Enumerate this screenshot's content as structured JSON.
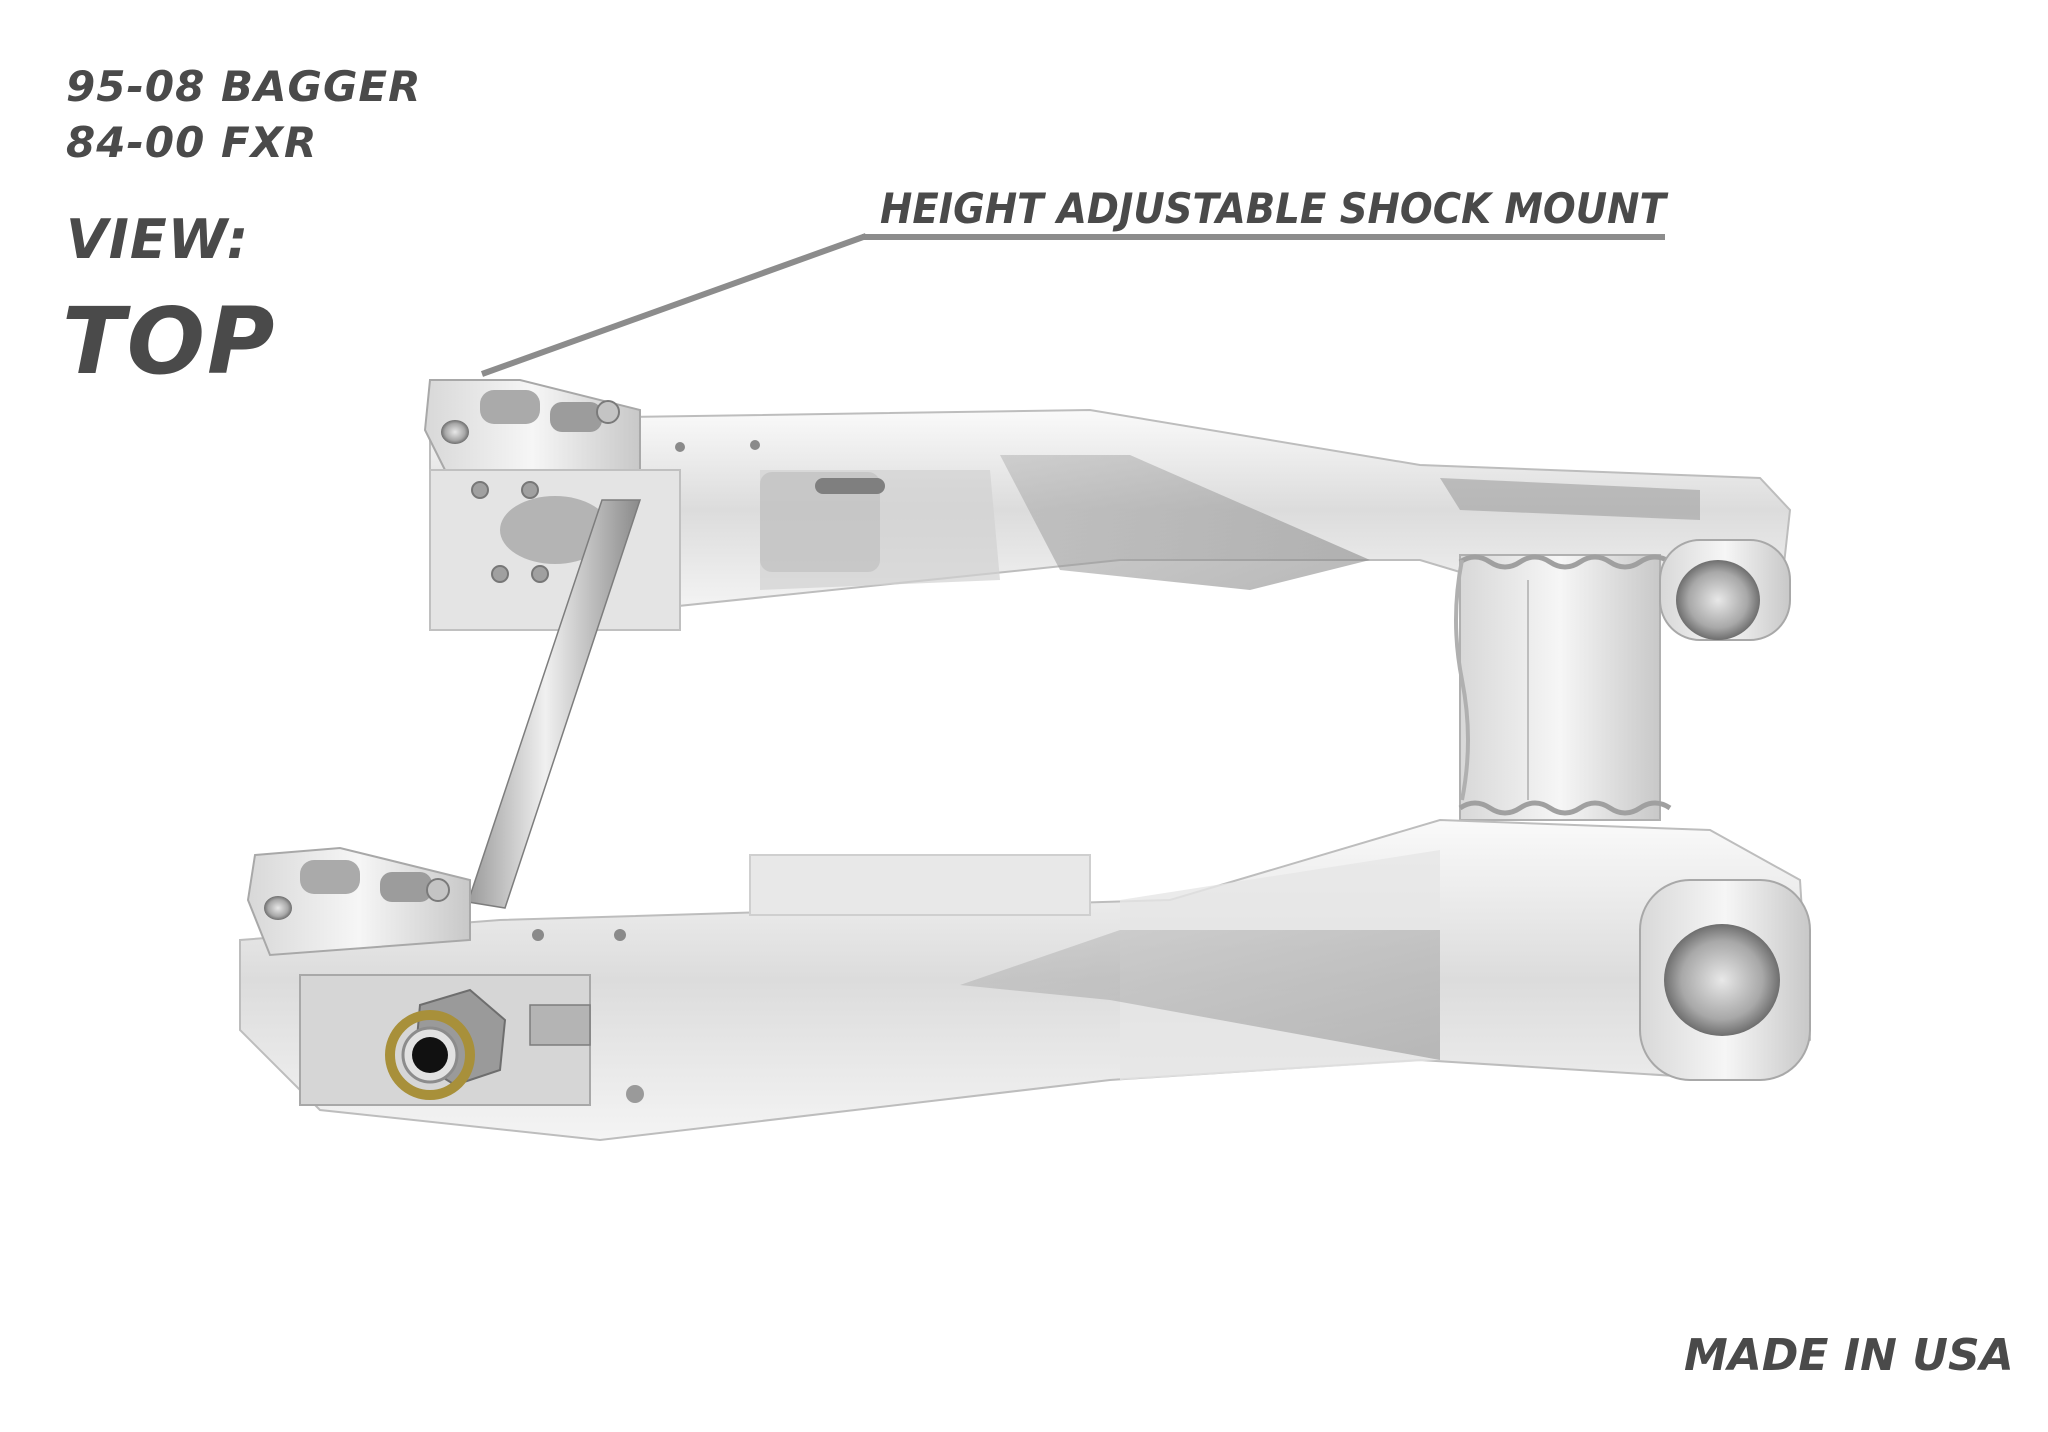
{
  "fitment": {
    "line_1": "95-08 BAGGER",
    "line_2": "84-00 FXR"
  },
  "view": {
    "label": "VIEW:",
    "value": "TOP"
  },
  "callout": {
    "text": "HEIGHT ADJUSTABLE SHOCK MOUNT",
    "line_color": "#8c8c8c"
  },
  "footer": {
    "origin": "MADE IN USA"
  },
  "product_image": {
    "subject": "billet aluminum motorcycle swingarm, top view",
    "features": [
      "height adjustable shock mounts (2)",
      "rear axle adjuster with brass washer",
      "cross tube",
      "welded pivot crossmember",
      "pivot bosses (2)"
    ]
  },
  "colors": {
    "text": "#4a4a4a",
    "background": "#ffffff",
    "aluminum_light": "#f2f2f2",
    "aluminum_mid": "#c9c9c9",
    "aluminum_dark": "#8e8e8e",
    "brass_washer": "#a8903a"
  }
}
